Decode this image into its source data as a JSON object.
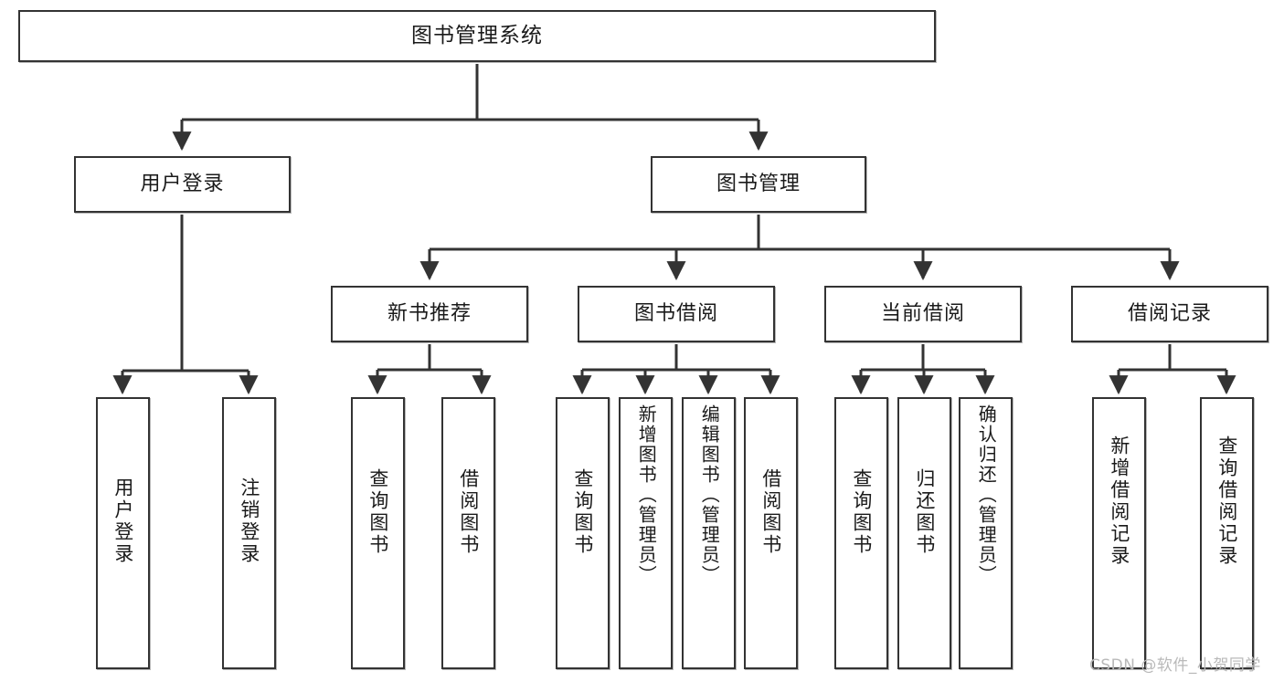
{
  "diagram": {
    "type": "tree",
    "title": "图书管理系统",
    "orientation": "top-down",
    "line_color": "#333333",
    "box_fill": "#ffffff",
    "text_color": "#1a1a1a",
    "levels": 4
  },
  "nodes": {
    "root": {
      "label": "图书管理系统"
    },
    "level2": [
      {
        "id": "user-login",
        "label": "用户登录"
      },
      {
        "id": "book-manage",
        "label": "图书管理"
      }
    ],
    "level3": [
      {
        "id": "new-book-recommend",
        "label": "新书推荐"
      },
      {
        "id": "book-borrow",
        "label": "图书借阅"
      },
      {
        "id": "current-borrow",
        "label": "当前借阅"
      },
      {
        "id": "borrow-record",
        "label": "借阅记录"
      }
    ],
    "leaves": {
      "user_login": [
        {
          "id": "leaf-user-login",
          "label": "用户登录"
        },
        {
          "id": "leaf-logout-login",
          "label": "注销登录"
        }
      ],
      "new_book_recommend": [
        {
          "id": "leaf-query-book-1",
          "label": "查询图书"
        },
        {
          "id": "leaf-borrow-book-1",
          "label": "借阅图书"
        }
      ],
      "book_borrow": [
        {
          "id": "leaf-query-book-2",
          "label": "查询图书"
        },
        {
          "id": "leaf-add-book",
          "label": "新增图书（管理员）"
        },
        {
          "id": "leaf-edit-book",
          "label": "编辑图书（管理员）"
        },
        {
          "id": "leaf-borrow-book-2",
          "label": "借阅图书"
        }
      ],
      "current_borrow": [
        {
          "id": "leaf-query-book-3",
          "label": "查询图书"
        },
        {
          "id": "leaf-return-book",
          "label": "归还图书"
        },
        {
          "id": "leaf-confirm-return",
          "label": "确认归还（管理员）"
        }
      ],
      "borrow_record": [
        {
          "id": "leaf-add-record",
          "label": "新增借阅记录"
        },
        {
          "id": "leaf-query-record",
          "label": "查询借阅记录"
        }
      ]
    }
  },
  "watermark": {
    "text": "CSDN @软件_小贺同学",
    "color": "#b9b9b9"
  }
}
